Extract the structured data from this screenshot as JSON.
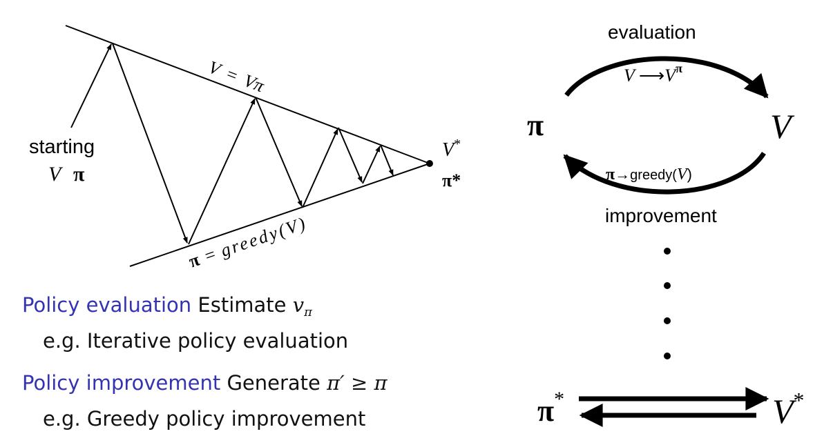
{
  "left_diagram": {
    "upper_line_label_lhs": "V",
    "upper_line_label_eq": "=",
    "upper_line_label_rhs": "Vπ",
    "lower_line_label_lhs": "π",
    "lower_line_label_eq": "=",
    "lower_line_label_rhs": "greedy(V)",
    "start_label_line1": "starting",
    "start_label_v": "V",
    "start_label_pi": "π",
    "convergence_v": "V",
    "convergence_v_sup": "*",
    "convergence_pi": "π*"
  },
  "right_diagram": {
    "top_arc_label": "evaluation",
    "top_arc_formula_lhs": "V",
    "top_arc_formula_rhs": "V",
    "top_arc_formula_sup": "π",
    "node_pi": "π",
    "node_v": "V",
    "bottom_arc_formula_prefix": "π",
    "bottom_arc_formula_greedy": "greedy(",
    "bottom_arc_formula_v": "V",
    "bottom_arc_formula_close": ")",
    "bottom_arc_label": "improvement",
    "dots": [
      "•",
      "•",
      "•",
      "•"
    ],
    "final_pi": "π",
    "final_pi_sup": "*",
    "final_v": "V",
    "final_v_sup": "*"
  },
  "definitions": {
    "eval_term": "Policy evaluation",
    "eval_desc": "Estimate",
    "eval_math": "v",
    "eval_math_sub": "π",
    "eval_example": "e.g. Iterative policy evaluation",
    "impr_term": "Policy improvement",
    "impr_desc": "Generate",
    "impr_math": "π′ ≥ π",
    "impr_example": "e.g. Greedy policy improvement"
  }
}
